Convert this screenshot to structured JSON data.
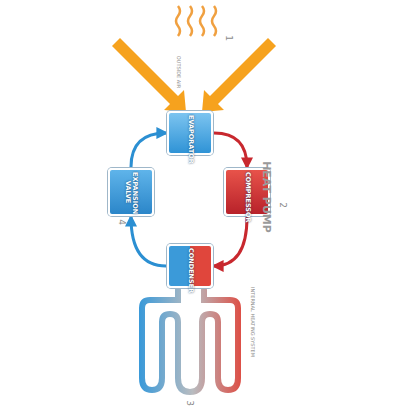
{
  "diagram": {
    "title": "HEAT PUMP",
    "nodes": [
      {
        "text": [
          "EVAPORATOR"
        ]
      },
      {
        "text": [
          "COMPRESSOR"
        ]
      },
      {
        "text": [
          "CONDENSER"
        ]
      },
      {
        "text": [
          "EXPANSION VALVE"
        ]
      }
    ],
    "edges": [
      {
        "from": 0,
        "to": 1,
        "arrow": "to"
      },
      {
        "from": 1,
        "to": 2,
        "arrow": "to"
      },
      {
        "from": 2,
        "to": 3,
        "arrow": "to"
      },
      {
        "from": 3,
        "to": 0,
        "arrow": "to"
      }
    ],
    "labels": [
      "1",
      "OUTSIDE AIR",
      "2",
      "INTERNAL HEATING SYSTEM",
      "3",
      "4"
    ]
  }
}
